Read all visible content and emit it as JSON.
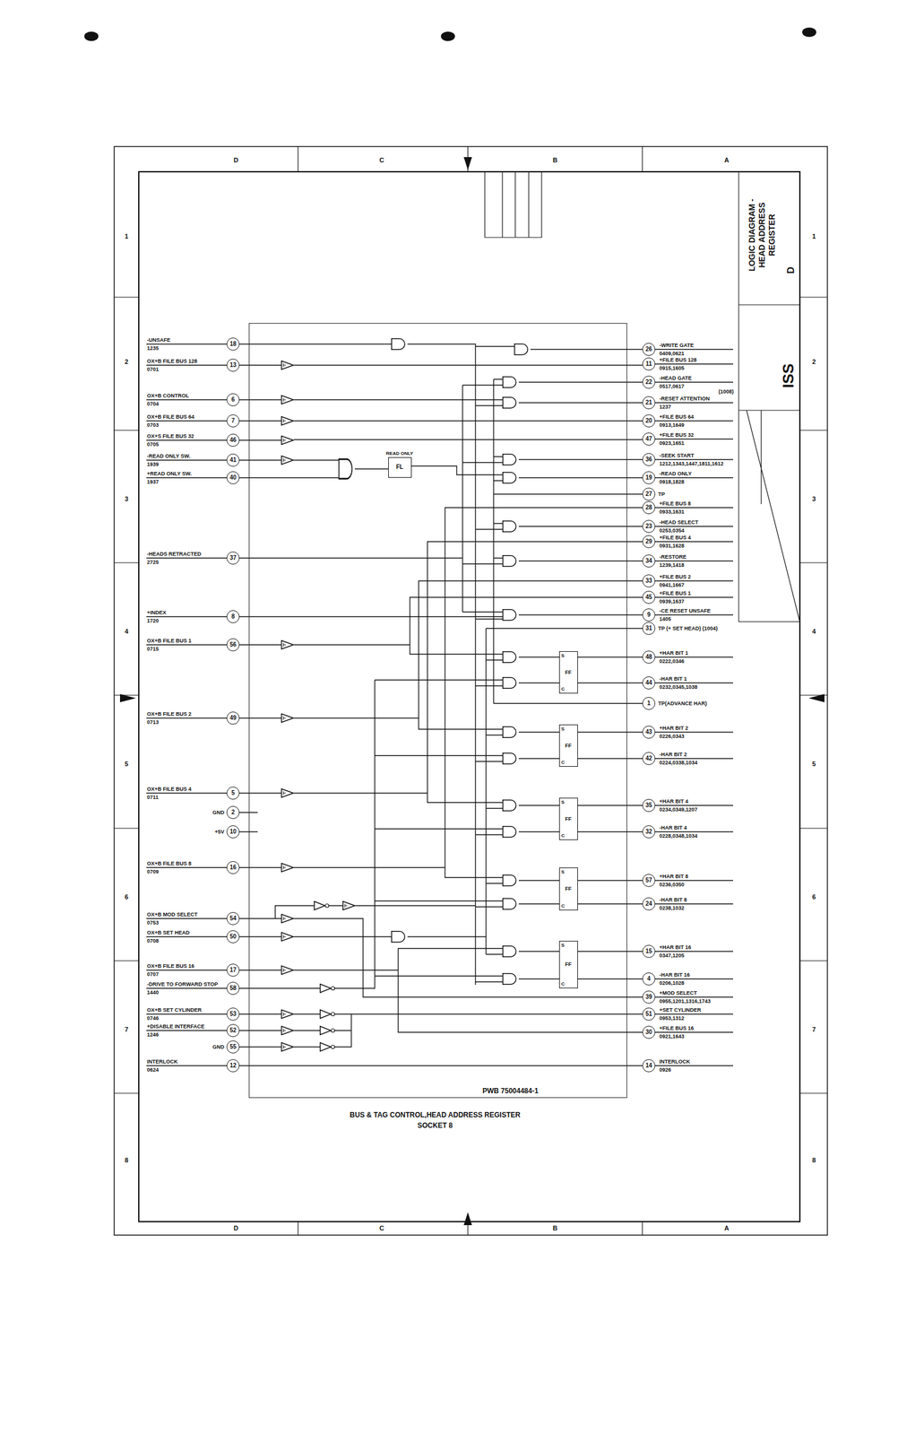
{
  "diagram": {
    "caption": "BUS & TAG CONTROL,HEAD ADDRESS REGISTER SOCKET 8",
    "nodes": [
      {
        "text": [
          "LOGIC DIAGRAM - HEAD ADDRESS REGISTER",
          "ISS",
          "D"
        ]
      },
      {
        "text": [
          "PWB 75004484-1"
        ]
      },
      {
        "text": [
          "READ ONLY",
          "FL"
        ],
        "in": 1
      },
      {
        "text": [
          "S",
          "FF",
          "C"
        ],
        "in": 1
      },
      {
        "text": [
          "S",
          "FF",
          "C"
        ],
        "in": 1
      },
      {
        "text": [
          "S",
          "FF",
          "C"
        ],
        "in": 1
      },
      {
        "text": [
          "S",
          "FF",
          "C"
        ],
        "in": 1
      },
      {
        "text": [
          "S",
          "FF",
          "C"
        ],
        "in": 1
      },
      {
        "text": [
          "18",
          "-UNSAFE",
          "1235"
        ]
      },
      {
        "text": [
          "13",
          "OX+B FILE BUS 128",
          "0701"
        ]
      },
      {
        "text": [
          "6",
          "OX+B CONTROL",
          "0704"
        ]
      },
      {
        "text": [
          "7",
          "OX+B FILE BUS 64",
          "0703"
        ]
      },
      {
        "text": [
          "46",
          "OX+S FILE BUS 32",
          "0705"
        ]
      },
      {
        "text": [
          "41",
          "-READ ONLY SW.",
          "1939"
        ]
      },
      {
        "text": [
          "40",
          "+READ ONLY SW.",
          "1937"
        ]
      },
      {
        "text": [
          "37",
          "-HEADS RETRACTED",
          "2725"
        ]
      },
      {
        "text": [
          "8",
          "+INDEX",
          "1720"
        ]
      },
      {
        "text": [
          "56",
          "OX+B FILE BUS 1",
          "0715"
        ]
      },
      {
        "text": [
          "49",
          "OX+B FILE BUS 2",
          "0713"
        ]
      },
      {
        "text": [
          "5",
          "OX+B FILE BUS 4",
          "0711"
        ]
      },
      {
        "text": [
          "2",
          "GND"
        ]
      },
      {
        "text": [
          "10",
          "+5V"
        ]
      },
      {
        "text": [
          "16",
          "OX+B FILE BUS 8",
          "0709"
        ]
      },
      {
        "text": [
          "54",
          "OX+B MOD SELECT",
          "0753"
        ]
      },
      {
        "text": [
          "50",
          "OX+B SET HEAD",
          "0708"
        ]
      },
      {
        "text": [
          "17",
          "OX+B FILE BUS 16",
          "0707"
        ]
      },
      {
        "text": [
          "58",
          "-DRIVE TO FORWARD STOP",
          "1440"
        ]
      },
      {
        "text": [
          "53",
          "OX+B SET CYLINDER",
          "0746"
        ]
      },
      {
        "text": [
          "52",
          "+DISABLE INTERFACE",
          "1246"
        ]
      },
      {
        "text": [
          "55",
          "GND"
        ]
      },
      {
        "text": [
          "12",
          "INTERLOCK",
          "0624"
        ]
      },
      {
        "text": [
          "26",
          "-WRITE GATE",
          "0409,0621"
        ]
      },
      {
        "text": [
          "11",
          "+FILE BUS 128",
          "0915,1605"
        ]
      },
      {
        "text": [
          "22",
          "-HEAD GATE",
          "0517,0617"
        ]
      },
      {
        "text": [
          "21",
          "-RESET ATTENTION",
          "1237"
        ]
      },
      {
        "text": [
          "20",
          "+FILE BUS 64",
          "0913,1649"
        ]
      },
      {
        "text": [
          "47",
          "+FILE BUS 32",
          "0923,1651"
        ]
      },
      {
        "text": [
          "36",
          "-SEEK START",
          "1212,1343,1447,1811,1612"
        ]
      },
      {
        "text": [
          "19",
          "-READ ONLY",
          "0918,1828"
        ]
      },
      {
        "text": [
          "27",
          "TP"
        ]
      },
      {
        "text": [
          "28",
          "+FILE BUS 8",
          "0933,1631"
        ]
      },
      {
        "text": [
          "23",
          "-HEAD SELECT",
          "0253,0354"
        ]
      },
      {
        "text": [
          "29",
          "+FILE BUS 4",
          "0931,1628"
        ]
      },
      {
        "text": [
          "34",
          "-RESTORE",
          "1239,1418"
        ]
      },
      {
        "text": [
          "33",
          "+FILE BUS 2",
          "0941,1667"
        ]
      },
      {
        "text": [
          "45",
          "+FILE BUS 1",
          "0939,1637"
        ]
      },
      {
        "text": [
          "9",
          "-CE RESET UNSAFE",
          "1405"
        ]
      },
      {
        "text": [
          "31",
          "TP (+ SET HEAD) (1004)"
        ]
      },
      {
        "text": [
          "48",
          "+HAR BIT 1",
          "0222,0346"
        ]
      },
      {
        "text": [
          "44",
          "-HAR BIT 1",
          "0232,0345,1038"
        ]
      },
      {
        "text": [
          "1",
          "TP(ADVANCE HAR)"
        ]
      },
      {
        "text": [
          "43",
          "+HAR BIT 2",
          "0226,0343"
        ]
      },
      {
        "text": [
          "42",
          "-HAR BIT 2",
          "0224,0338,1034"
        ]
      },
      {
        "text": [
          "35",
          "+HAR BIT 4",
          "0234,0349,1207"
        ]
      },
      {
        "text": [
          "32",
          "-HAR BIT 4",
          "0228,0348,1034"
        ]
      },
      {
        "text": [
          "57",
          "+HAR BIT 8",
          "0236,0350"
        ]
      },
      {
        "text": [
          "24",
          "-HAR BIT 8",
          "0238,1032"
        ]
      },
      {
        "text": [
          "15",
          "+HAR BIT 16",
          "0347,1205"
        ]
      },
      {
        "text": [
          "4",
          "-HAR BIT 16",
          "0206,1028"
        ]
      },
      {
        "text": [
          "39",
          "+MOD SELECT",
          "0955,1201,1316,1743"
        ]
      },
      {
        "text": [
          "51",
          "+SET CYLINDER",
          "0953,1312"
        ]
      },
      {
        "text": [
          "30",
          "+FILE BUS 16",
          "0921,1643"
        ]
      },
      {
        "text": [
          "14",
          "INTERLOCK",
          "0926"
        ]
      }
    ],
    "edges": [
      {
        "from": 3,
        "to": 48,
        "arrow": "none"
      },
      {
        "from": 3,
        "to": 49,
        "arrow": "none"
      },
      {
        "from": 4,
        "to": 51,
        "arrow": "none"
      },
      {
        "from": 4,
        "to": 52,
        "arrow": "none"
      },
      {
        "from": 5,
        "to": 53,
        "arrow": "none"
      },
      {
        "from": 5,
        "to": 54,
        "arrow": "none"
      },
      {
        "from": 6,
        "to": 55,
        "arrow": "none"
      },
      {
        "from": 6,
        "to": 56,
        "arrow": "none"
      },
      {
        "from": 7,
        "to": 57,
        "arrow": "none"
      },
      {
        "from": 7,
        "to": 58,
        "arrow": "none"
      },
      {
        "from": 30,
        "to": 62,
        "arrow": "none"
      }
    ],
    "labels": [
      "D",
      "C",
      "B",
      "A",
      "D",
      "C",
      "B",
      "A",
      "1",
      "2",
      "3",
      "4",
      "5",
      "6",
      "7",
      "8",
      "1",
      "2",
      "3",
      "4",
      "5",
      "6",
      "7",
      "8",
      "(1008)"
    ]
  }
}
